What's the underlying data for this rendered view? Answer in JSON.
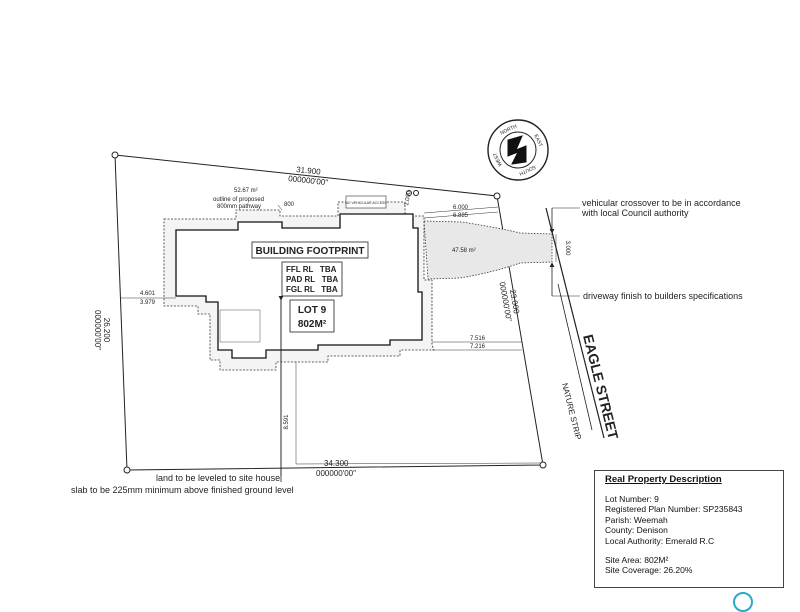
{
  "plan": {
    "building_footprint": "BUILDING FOOTPRINT",
    "levels": [
      "FFL RL   TBA",
      "PAD RL   TBA",
      "FGL RL   TBA"
    ],
    "lot_label": "LOT 9",
    "lot_area": "802M²",
    "dim_top": "31.900",
    "dim_top_bearing": "000000'00\"",
    "dim_left": "26.200",
    "dim_left_bearing": "000000'00\"",
    "dim_right": "23.000",
    "dim_right_bearing": "000000'00\"",
    "dim_bottom": "34.300",
    "dim_bottom_bearing": "000000'00\"",
    "setback_left_outer": "4.601",
    "setback_left_inner": "3.979",
    "setback_right_top_outer": "6.000",
    "setback_right_top_inner": "6.885",
    "setback_right_mid_outer": "7.516",
    "setback_right_mid_inner": "7.216",
    "setback_front_small": "1.000",
    "setback_bottom": "8.591",
    "driveway_width": "3.000",
    "driveway_area": "47.58 m²",
    "pathway_area": "52.67 m²",
    "pathway_note_1": "outline of proposed",
    "pathway_note_2": "800mm pathway",
    "pathway_width": "800",
    "sign_text": "NO VEHICULAR ACCESS",
    "street_name": "EAGLE STREET",
    "nature_strip": "NATURE STRIP",
    "note_crossover_1": "vehicular crossover to be in accordance",
    "note_crossover_2": "with local Council authority",
    "note_driveway": "driveway finish to builders specifications",
    "note_level_1": "land to be leveled to site house",
    "note_level_2": "slab to be 225mm minimum above finished ground level",
    "compass": {
      "north": "NORTH",
      "west": "WEST",
      "south": "SOUTH",
      "east": "EAST"
    }
  },
  "real_property": {
    "title": "Real Property Description",
    "lot_number": "Lot Number: 9",
    "registered_plan": "Registered Plan Number: SP235843",
    "parish": "Parish: Weemah",
    "county": "County: Denison",
    "local_authority": "Local Authority: Emerald R.C",
    "site_area": "Site Area:  802M²",
    "site_coverage": "Site Coverage: 26.20%"
  }
}
